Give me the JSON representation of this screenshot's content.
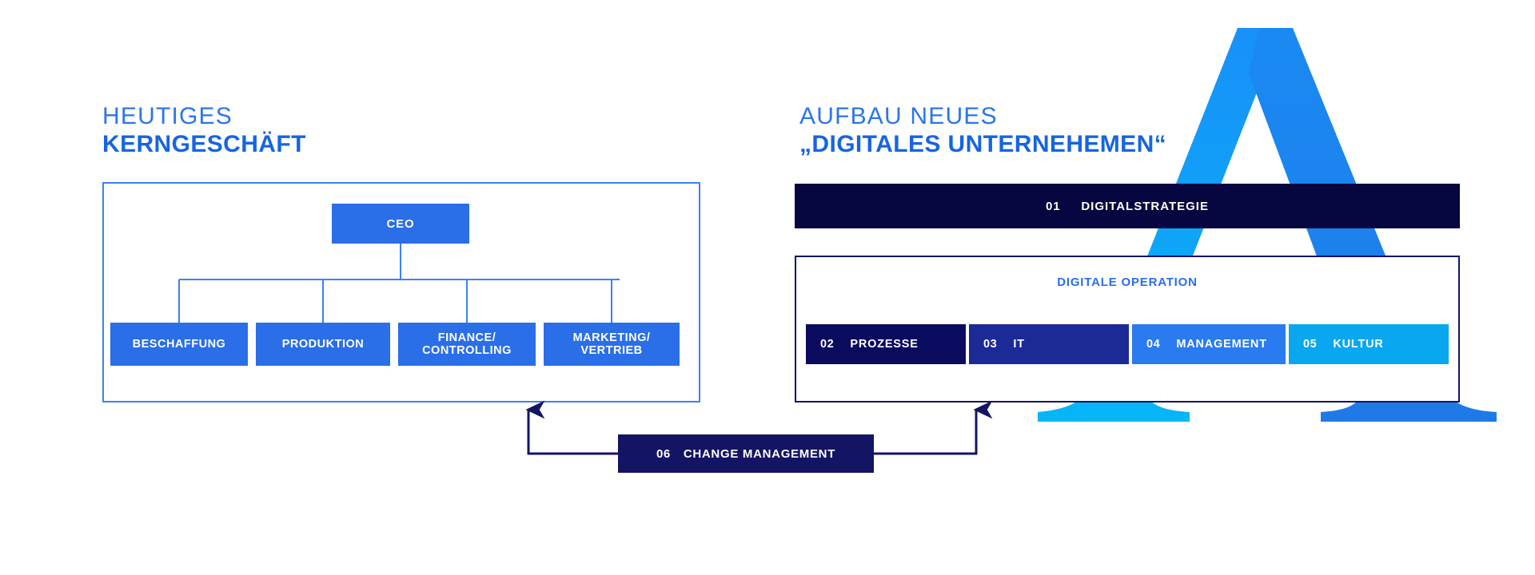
{
  "left": {
    "heading_line1": "HEUTIGES",
    "heading_line2": "KERNGESCHÄFT",
    "ceo": "CEO",
    "units": [
      {
        "label": "BESCHAFFUNG"
      },
      {
        "label": "PRODUKTION"
      },
      {
        "label": "FINANCE/\nCONTROLLING"
      },
      {
        "label": "MARKETING/\nVERTRIEB"
      }
    ]
  },
  "right": {
    "heading_line1": "AUFBAU NEUES",
    "heading_line2": "„DIGITALES UNTERNEHEMEN“",
    "strategy": {
      "number": "01",
      "label": "DIGITALSTRATEGIE"
    },
    "operation_label": "DIGITALE OPERATION",
    "operation_items": [
      {
        "number": "02",
        "label": "PROZESSE",
        "color": "#0a0a5e"
      },
      {
        "number": "03",
        "label": "IT",
        "color": "#1b2a96"
      },
      {
        "number": "04",
        "label": "MANAGEMENT",
        "color": "#2a7bf0"
      },
      {
        "number": "05",
        "label": "KULTUR",
        "color": "#08a7f0"
      }
    ]
  },
  "change": {
    "number": "06",
    "label": "CHANGE MANAGEMENT"
  },
  "colors": {
    "accent_blue": "#2a6ee8",
    "heading_light": "#2a76e8",
    "heading_bold": "#1665e0",
    "navy_dark": "#060640",
    "navy": "#141464",
    "cyan": "#08a7f0",
    "panel_border_left": "#3b82f6",
    "panel_border_right": "#141464"
  },
  "watermark": {
    "letter": "A"
  }
}
